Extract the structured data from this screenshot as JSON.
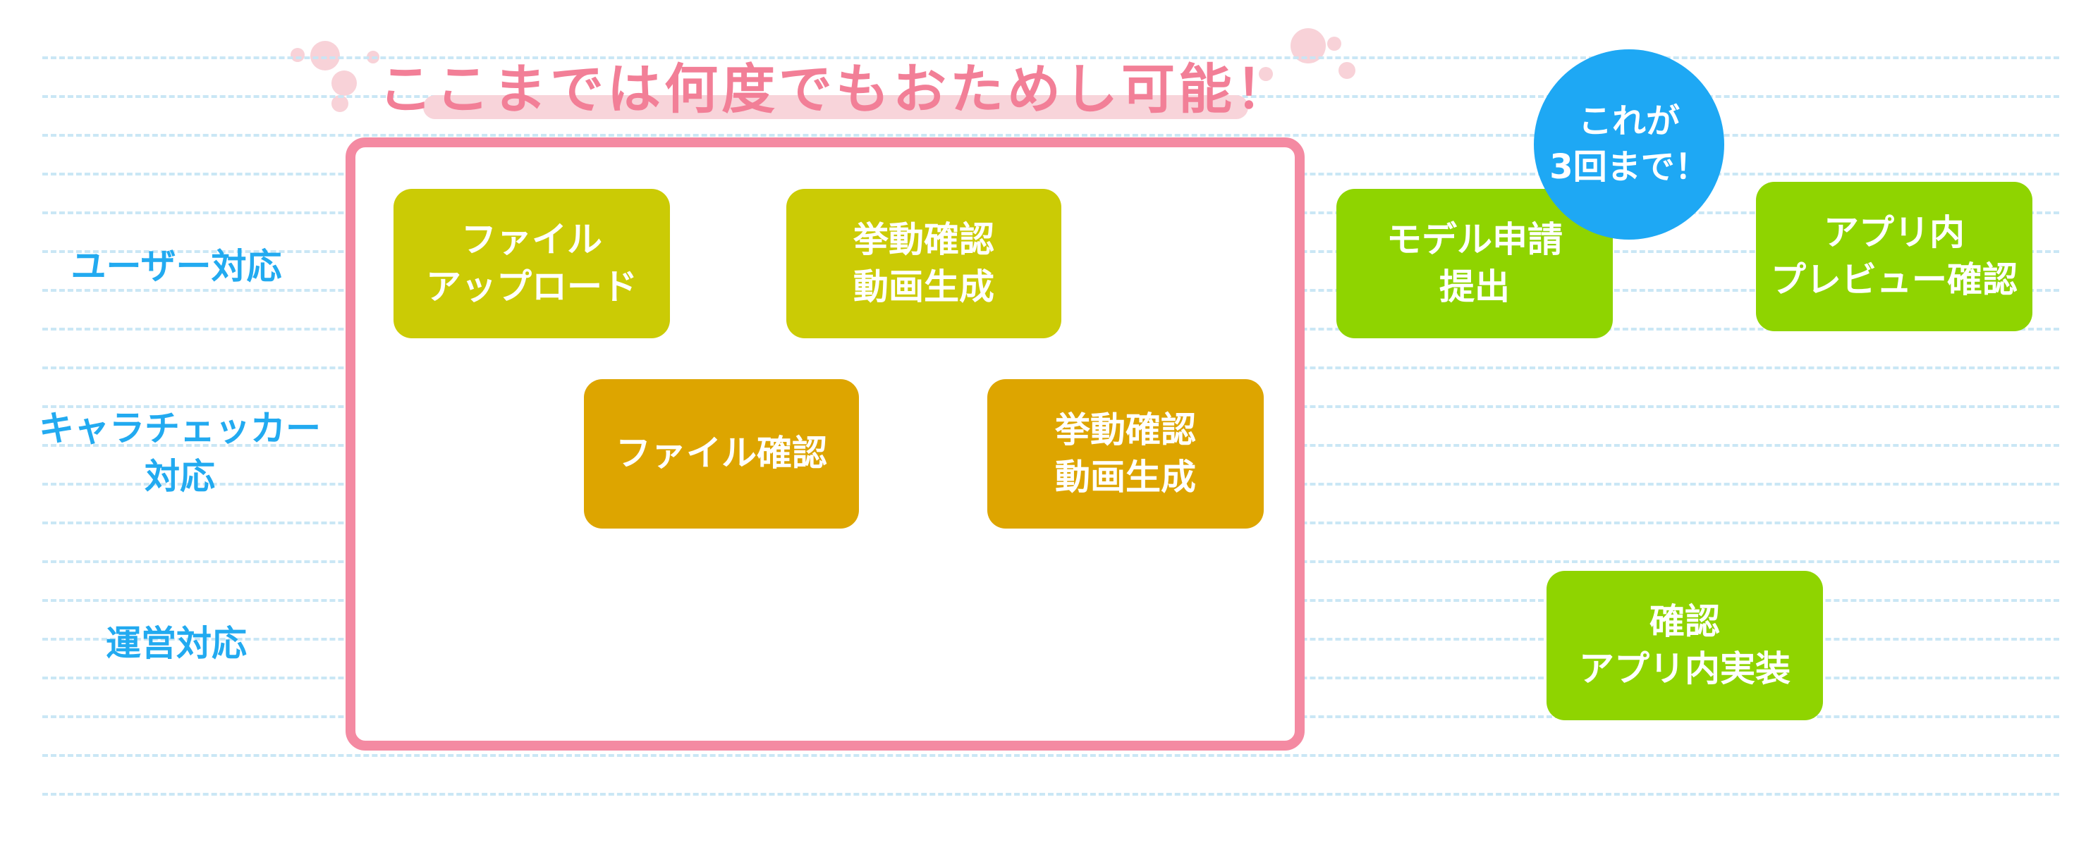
{
  "title": "ここまでは何度でもおためし可能！",
  "bubble": {
    "line1": "これが",
    "line2": "3回まで！"
  },
  "lanes": [
    {
      "lines": [
        "ユーザー対応"
      ]
    },
    {
      "lines": [
        "キャラチェッカー",
        "対応"
      ]
    },
    {
      "lines": [
        "運営対応"
      ]
    }
  ],
  "boxes": {
    "file_upload": [
      "ファイル",
      "アップロード"
    ],
    "motion_video_user": [
      "挙動確認",
      "動画生成"
    ],
    "model_application": [
      "モデル申請",
      "提出"
    ],
    "app_preview": [
      "アプリ内",
      "プレビュー確認"
    ],
    "file_check": [
      "ファイル確認"
    ],
    "motion_video_checker": [
      "挙動確認",
      "動画生成"
    ],
    "app_implementation": [
      "確認",
      "アプリ内実装"
    ]
  },
  "colors": {
    "title": "#f27f97",
    "frame": "#f48aa2",
    "lane_label": "#22aaf0",
    "bubble": "#1ea8f4",
    "olive_box": "#cbcb05",
    "amber_box": "#dda500",
    "green_box": "#8fd400"
  }
}
